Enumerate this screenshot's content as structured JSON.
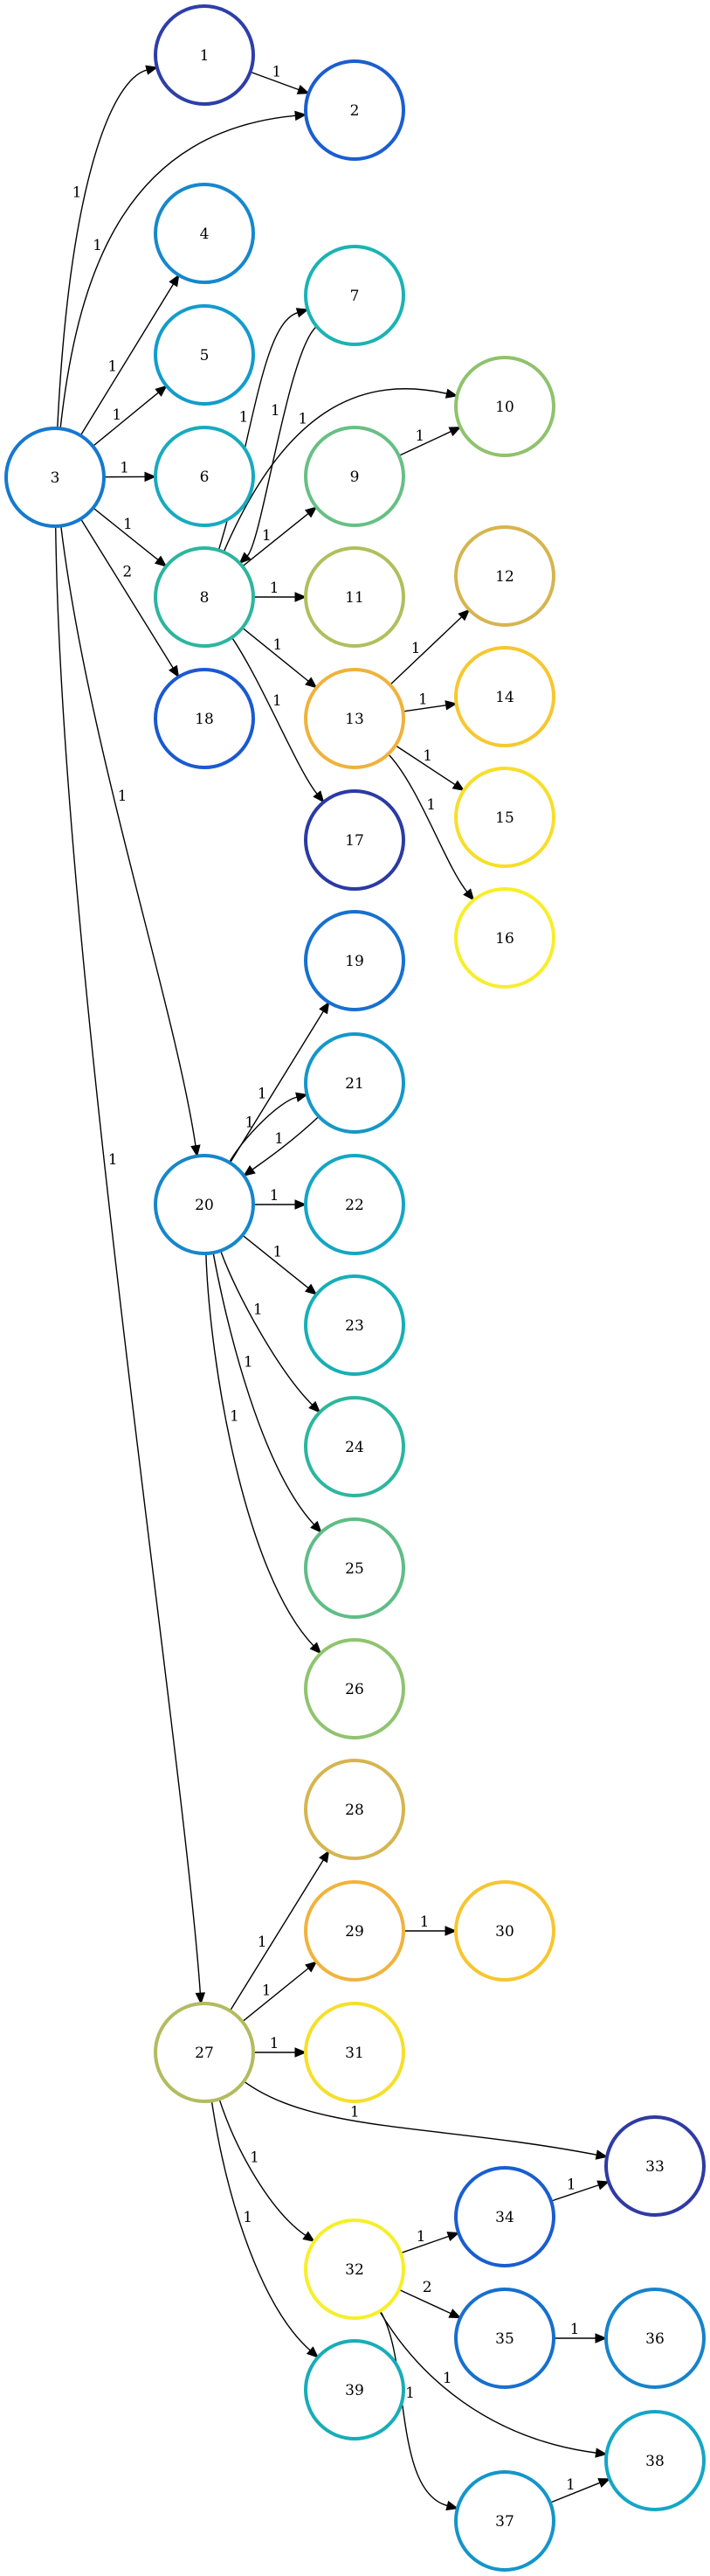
{
  "nodes": [
    {
      "id": "1",
      "color": "#2e3ea8"
    },
    {
      "id": "2",
      "color": "#1a5ed0"
    },
    {
      "id": "3",
      "color": "#1479d0"
    },
    {
      "id": "4",
      "color": "#1687ce"
    },
    {
      "id": "5",
      "color": "#129ccc"
    },
    {
      "id": "6",
      "color": "#18aabf"
    },
    {
      "id": "7",
      "color": "#1ab3b3"
    },
    {
      "id": "8",
      "color": "#2db59f"
    },
    {
      "id": "9",
      "color": "#66c084"
    },
    {
      "id": "10",
      "color": "#8fc26d"
    },
    {
      "id": "11",
      "color": "#b0bf5c"
    },
    {
      "id": "12",
      "color": "#d6b54f"
    },
    {
      "id": "13",
      "color": "#f0b23c"
    },
    {
      "id": "14",
      "color": "#f7c72e"
    },
    {
      "id": "15",
      "color": "#f7de2a"
    },
    {
      "id": "16",
      "color": "#f7ee2a"
    },
    {
      "id": "17",
      "color": "#2b3aa4"
    },
    {
      "id": "18",
      "color": "#1a59d2"
    },
    {
      "id": "19",
      "color": "#1670d0"
    },
    {
      "id": "20",
      "color": "#1686cc"
    },
    {
      "id": "21",
      "color": "#1497c9"
    },
    {
      "id": "22",
      "color": "#14a6c4"
    },
    {
      "id": "23",
      "color": "#17afb6"
    },
    {
      "id": "24",
      "color": "#2cb69e"
    },
    {
      "id": "25",
      "color": "#5fbd86"
    },
    {
      "id": "26",
      "color": "#8fc46f"
    },
    {
      "id": "27",
      "color": "#b3bb5e"
    },
    {
      "id": "28",
      "color": "#d5b54f"
    },
    {
      "id": "29",
      "color": "#f0b33d"
    },
    {
      "id": "30",
      "color": "#f6c62f"
    },
    {
      "id": "31",
      "color": "#f6df2b"
    },
    {
      "id": "32",
      "color": "#f6ef29"
    },
    {
      "id": "33",
      "color": "#2f3aa4"
    },
    {
      "id": "34",
      "color": "#1a5dd0"
    },
    {
      "id": "35",
      "color": "#176fcf"
    },
    {
      "id": "36",
      "color": "#1683cc"
    },
    {
      "id": "37",
      "color": "#1495c9"
    },
    {
      "id": "38",
      "color": "#14a6c6"
    },
    {
      "id": "39",
      "color": "#17adb7"
    }
  ],
  "edges": [
    {
      "from": "3",
      "to": "1",
      "label": "1"
    },
    {
      "from": "1",
      "to": "2",
      "label": "1"
    },
    {
      "from": "3",
      "to": "2",
      "label": "1"
    },
    {
      "from": "3",
      "to": "4",
      "label": "1"
    },
    {
      "from": "3",
      "to": "5",
      "label": "1"
    },
    {
      "from": "3",
      "to": "6",
      "label": "1"
    },
    {
      "from": "3",
      "to": "8",
      "label": "1"
    },
    {
      "from": "3",
      "to": "18",
      "label": "2"
    },
    {
      "from": "3",
      "to": "20",
      "label": "1"
    },
    {
      "from": "3",
      "to": "27",
      "label": "1"
    },
    {
      "from": "8",
      "to": "7",
      "label": "1"
    },
    {
      "from": "7",
      "to": "8",
      "label": "1"
    },
    {
      "from": "8",
      "to": "10",
      "label": "1"
    },
    {
      "from": "8",
      "to": "9",
      "label": "1"
    },
    {
      "from": "9",
      "to": "10",
      "label": "1"
    },
    {
      "from": "8",
      "to": "11",
      "label": "1"
    },
    {
      "from": "8",
      "to": "13",
      "label": "1"
    },
    {
      "from": "8",
      "to": "17",
      "label": "1"
    },
    {
      "from": "13",
      "to": "12",
      "label": "1"
    },
    {
      "from": "13",
      "to": "14",
      "label": "1"
    },
    {
      "from": "13",
      "to": "15",
      "label": "1"
    },
    {
      "from": "13",
      "to": "16",
      "label": "1"
    },
    {
      "from": "20",
      "to": "19",
      "label": "1"
    },
    {
      "from": "20",
      "to": "21",
      "label": "1"
    },
    {
      "from": "21",
      "to": "20",
      "label": "1"
    },
    {
      "from": "20",
      "to": "22",
      "label": "1"
    },
    {
      "from": "20",
      "to": "23",
      "label": "1"
    },
    {
      "from": "20",
      "to": "24",
      "label": "1"
    },
    {
      "from": "20",
      "to": "25",
      "label": "1"
    },
    {
      "from": "20",
      "to": "26",
      "label": "1"
    },
    {
      "from": "27",
      "to": "28",
      "label": "1"
    },
    {
      "from": "27",
      "to": "29",
      "label": "1"
    },
    {
      "from": "29",
      "to": "30",
      "label": "1"
    },
    {
      "from": "27",
      "to": "31",
      "label": "1"
    },
    {
      "from": "27",
      "to": "33",
      "label": "1"
    },
    {
      "from": "27",
      "to": "32",
      "label": "1"
    },
    {
      "from": "27",
      "to": "39",
      "label": "1"
    },
    {
      "from": "32",
      "to": "34",
      "label": "1"
    },
    {
      "from": "34",
      "to": "33",
      "label": "1"
    },
    {
      "from": "32",
      "to": "35",
      "label": "2"
    },
    {
      "from": "35",
      "to": "36",
      "label": "1"
    },
    {
      "from": "32",
      "to": "38",
      "label": "1"
    },
    {
      "from": "32",
      "to": "37",
      "label": "1"
    },
    {
      "from": "37",
      "to": "38",
      "label": "1"
    }
  ]
}
